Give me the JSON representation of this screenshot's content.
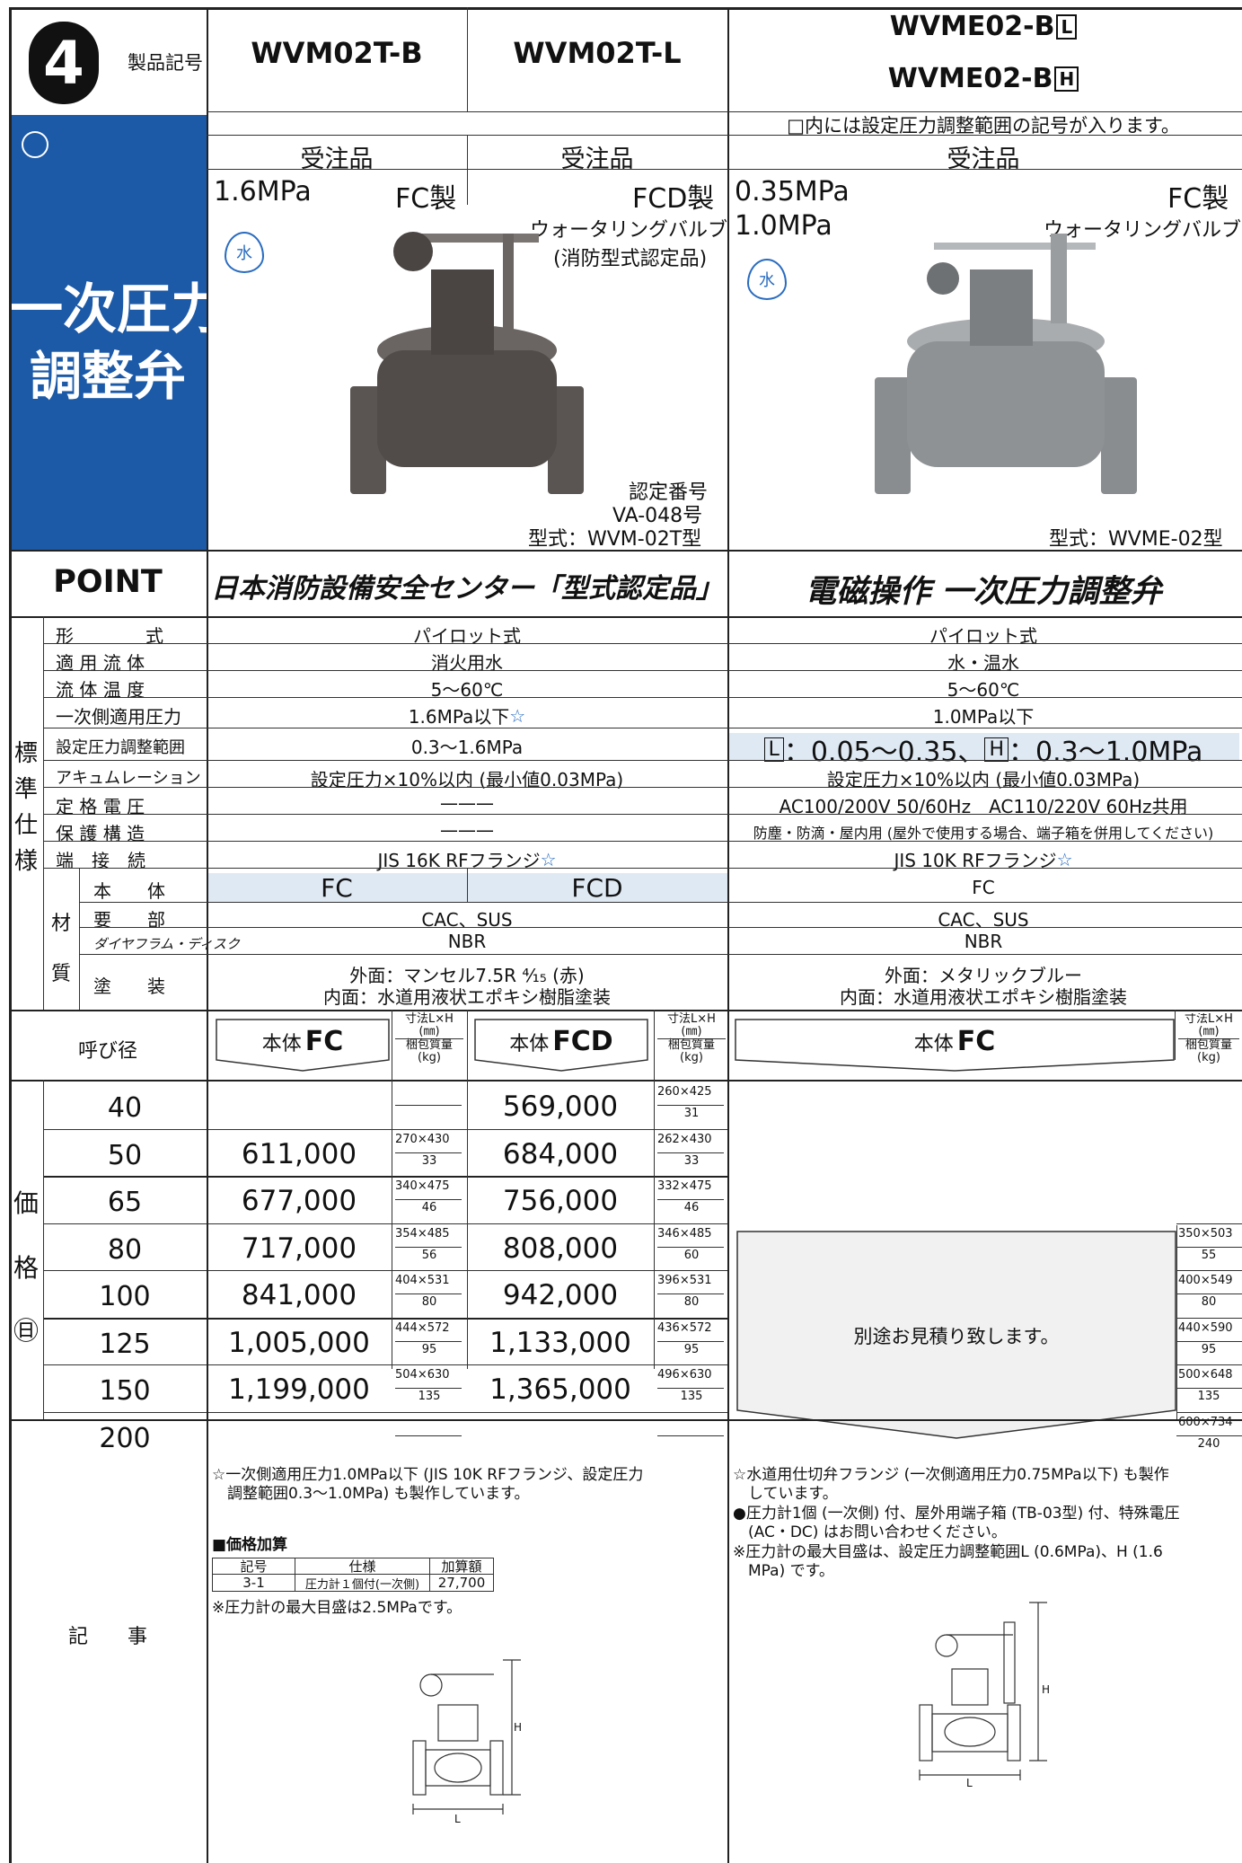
{
  "header": {
    "number": "4",
    "code_label": "製品記号",
    "col_a": "WVM02T-B",
    "col_b": "WVM02T-L",
    "col_c1": "WVME02-B",
    "col_c1_box": "L",
    "col_c2": "WVME02-B",
    "col_c2_box": "H",
    "note_c": "□内には設定圧力調整範囲の記号が入ります。",
    "order_a": "受注品",
    "order_b": "受注品",
    "order_c": "受注品"
  },
  "sidebar": {
    "title1": "一次圧力",
    "title2": "調整弁",
    "eco_icon": "eco-mark-icon"
  },
  "product_left": {
    "pressure": "1.6MPa",
    "mat_a": "FC製",
    "mat_b": "FCD製",
    "type1": "ウォータリングバルブ",
    "type2": "(消防型式認定品)",
    "water_badge": "水",
    "cert_label": "認定番号",
    "cert_no": "VA-048号",
    "model": "型式：WVM-02T型"
  },
  "product_right": {
    "pressure1": "0.35MPa",
    "pressure2": "1.0MPa",
    "mat": "FC製",
    "type1": "ウォータリングバルブ",
    "water_badge": "水",
    "model": "型式：WVME-02型"
  },
  "point": {
    "label": "POINT",
    "left": "日本消防設備安全センター「型式認定品」",
    "right": "電磁操作 一次圧力調整弁"
  },
  "spec": {
    "group_label": [
      "標",
      "準",
      "仕",
      "様"
    ],
    "material_label": [
      "材",
      "質"
    ],
    "rows": [
      {
        "label": "形　　　　式",
        "left": "パイロット式",
        "right": "パイロット式"
      },
      {
        "label": "適 用 流 体",
        "left": "消火用水",
        "right": "水・温水"
      },
      {
        "label": "流 体 温 度",
        "left": "5〜60℃",
        "right": "5〜60℃"
      },
      {
        "label": "一次側適用圧力",
        "left": "1.6MPa以下",
        "left_star": "☆",
        "right": "1.0MPa以下"
      },
      {
        "label": "設定圧力調整範囲",
        "left": "0.3〜1.6MPa",
        "right_box1": "L",
        "right_mid": "：0.05〜0.35、",
        "right_box2": "H",
        "right_end": "：0.3〜1.0MPa"
      },
      {
        "label": "アキュムレーション",
        "left": "設定圧力×10%以内 (最小値0.03MPa)",
        "right": "設定圧力×10%以内 (最小値0.03MPa)"
      },
      {
        "label": "定 格 電 圧",
        "left": "———",
        "right": "AC100/200V 50/60Hz　AC110/220V 60Hz共用"
      },
      {
        "label": "保 護 構 造",
        "left": "———",
        "right": "防塵・防滴・屋内用 (屋外で使用する場合、端子箱を併用してください)"
      },
      {
        "label": "端　接　続",
        "left": "JIS 16K RFフランジ",
        "left_star": "☆",
        "right": "JIS 10K RFフランジ",
        "right_star": "☆"
      }
    ],
    "material_rows": [
      {
        "label": "本　　体",
        "left_a": "FC",
        "left_b": "FCD",
        "right": "FC"
      },
      {
        "label": "要　　部",
        "left": "CAC、SUS",
        "right": "CAC、SUS"
      },
      {
        "label": "ダイヤフラム・ディスク",
        "left": "NBR",
        "right": "NBR"
      },
      {
        "label": "塗　　装",
        "left1": "外面：マンセル7.5R ⁴⁄₁₅ (赤)",
        "left2": "内面：水道用液状エポキシ樹脂塗装",
        "right1": "外面：メタリックブルー",
        "right2": "内面：水道用液状エポキシ樹脂塗装"
      }
    ]
  },
  "price": {
    "nominal_label": "呼び径",
    "group_label": [
      "価",
      "格",
      "㊐"
    ],
    "body_prefix": "本体",
    "body_fc": "FC",
    "body_fcd": "FCD",
    "dim_head1": "寸法L×H",
    "dim_head2": "(㎜)",
    "dim_head3": "梱包質量",
    "dim_head4": "(kg)",
    "right_note": "別途お見積り致します。",
    "rows": [
      {
        "size": "40",
        "fc": "",
        "fc_dim": "",
        "fc_kg": "",
        "fcd": "569,000",
        "fcd_dim": "260×425",
        "fcd_kg": "31",
        "r_dim": "",
        "r_kg": ""
      },
      {
        "size": "50",
        "fc": "611,000",
        "fc_dim": "270×430",
        "fc_kg": "33",
        "fcd": "684,000",
        "fcd_dim": "262×430",
        "fcd_kg": "33",
        "r_dim": "",
        "r_kg": ""
      },
      {
        "size": "65",
        "fc": "677,000",
        "fc_dim": "340×475",
        "fc_kg": "46",
        "fcd": "756,000",
        "fcd_dim": "332×475",
        "fcd_kg": "46",
        "r_dim": "",
        "r_kg": ""
      },
      {
        "size": "80",
        "fc": "717,000",
        "fc_dim": "354×485",
        "fc_kg": "56",
        "fcd": "808,000",
        "fcd_dim": "346×485",
        "fcd_kg": "60",
        "r_dim": "350×503",
        "r_kg": "55"
      },
      {
        "size": "100",
        "fc": "841,000",
        "fc_dim": "404×531",
        "fc_kg": "80",
        "fcd": "942,000",
        "fcd_dim": "396×531",
        "fcd_kg": "80",
        "r_dim": "400×549",
        "r_kg": "80"
      },
      {
        "size": "125",
        "fc": "1,005,000",
        "fc_dim": "444×572",
        "fc_kg": "95",
        "fcd": "1,133,000",
        "fcd_dim": "436×572",
        "fcd_kg": "95",
        "r_dim": "440×590",
        "r_kg": "95"
      },
      {
        "size": "150",
        "fc": "1,199,000",
        "fc_dim": "504×630",
        "fc_kg": "135",
        "fcd": "1,365,000",
        "fcd_dim": "496×630",
        "fcd_kg": "135",
        "r_dim": "500×648",
        "r_kg": "135"
      },
      {
        "size": "200",
        "fc": "",
        "fc_dim": "",
        "fc_kg": "",
        "fcd": "",
        "fcd_dim": "",
        "fcd_kg": "",
        "r_dim": "600×734",
        "r_kg": "240"
      }
    ]
  },
  "notes": {
    "label": "記　　事",
    "left1": "☆一次側適用圧力1.0MPa以下 (JIS 10K RFフランジ、設定圧力",
    "left2": "　調整範囲0.3〜1.0MPa) も製作しています。",
    "add_title": "■価格加算",
    "add_head": [
      "記号",
      "仕様",
      "加算額"
    ],
    "add_row": [
      "3-1",
      "圧力計１個付(一次側)",
      "27,700"
    ],
    "left3": "※圧力計の最大目盛は2.5MPaです。",
    "right1": "☆水道用仕切弁フランジ (一次側適用圧力0.75MPa以下) も製作",
    "right2": "　しています。",
    "right3": "●圧力計1個 (一次側) 付、屋外用端子箱 (TB-03型) 付、特殊電圧",
    "right4": "　(AC・DC) はお問い合わせください。",
    "right5": "※圧力計の最大目盛は、設定圧力調整範囲L (0.6MPa)、H (1.6",
    "right6": "　MPa) です。",
    "dim_L": "L",
    "dim_H": "H"
  },
  "colors": {
    "sidebar": "#1c5aa8",
    "band": "#dfe9f4",
    "star": "#2a6cc0"
  }
}
